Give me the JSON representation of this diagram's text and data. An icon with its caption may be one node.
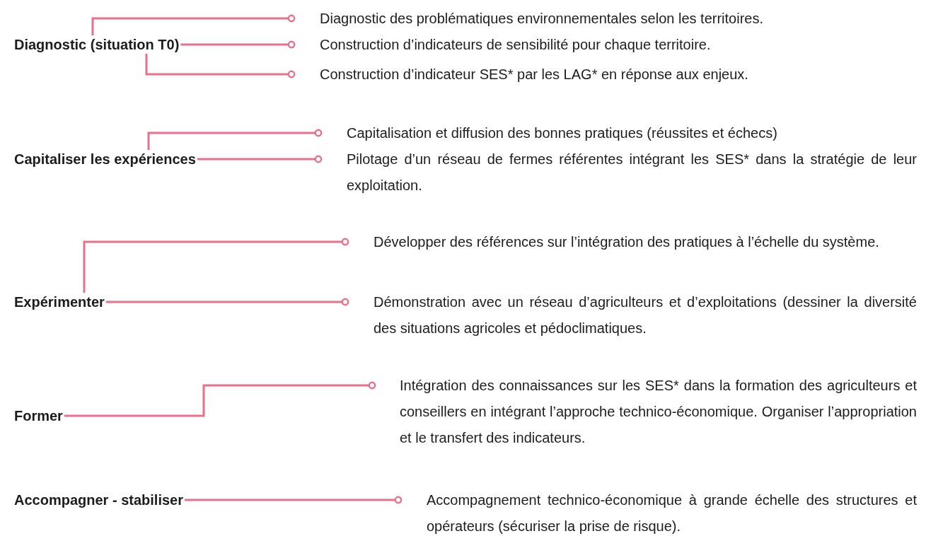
{
  "diagram": {
    "nodes": [
      {
        "text": [
          "Diagnostic (situation T0)"
        ]
      },
      {
        "text": [
          "Diagnostic des problématiques environnementales selon les territoires."
        ]
      },
      {
        "text": [
          "Construction d’indicateurs de sensibilité pour chaque territoire."
        ]
      },
      {
        "text": [
          "Construction d’indicateur SES* par les LAG* en réponse aux enjeux."
        ]
      },
      {
        "text": [
          "Capitaliser les expériences"
        ]
      },
      {
        "text": [
          "Capitalisation et diffusion des bonnes pratiques (réussites et échecs)"
        ]
      },
      {
        "text": [
          "Pilotage d’un réseau de fermes référentes intégrant les SES* dans la stratégie de leur exploitation."
        ]
      },
      {
        "text": [
          "Expérimenter"
        ]
      },
      {
        "text": [
          "Développer des références sur l’intégration des pratiques à l’échelle du système."
        ]
      },
      {
        "text": [
          "Démonstration avec un réseau d’agriculteurs et d’exploitations (dessiner la diversité des situations agricoles et pédoclimatiques."
        ]
      },
      {
        "text": [
          "Former"
        ]
      },
      {
        "text": [
          "Intégration des connaissances sur les SES* dans la formation des agriculteurs et conseillers en intégrant l’approche technico-économique. Organiser l’appropriation et le transfert des indicateurs."
        ]
      },
      {
        "text": [
          "Accompagner - stabiliser"
        ]
      },
      {
        "text": [
          "Accompagnement technico-économique à grande échelle des structures et opérateurs (sécuriser la prise de risque)."
        ]
      }
    ],
    "edges": [
      {
        "from": 0,
        "to": 1,
        "arrow": "other"
      },
      {
        "from": 0,
        "to": 2,
        "arrow": "other"
      },
      {
        "from": 0,
        "to": 3,
        "arrow": "other"
      },
      {
        "from": 4,
        "to": 5,
        "arrow": "other"
      },
      {
        "from": 4,
        "to": 6,
        "arrow": "other"
      },
      {
        "from": 7,
        "to": 8,
        "arrow": "other"
      },
      {
        "from": 7,
        "to": 9,
        "arrow": "other"
      },
      {
        "from": 10,
        "to": 11,
        "arrow": "other"
      },
      {
        "from": 12,
        "to": 13,
        "arrow": "other"
      }
    ]
  }
}
